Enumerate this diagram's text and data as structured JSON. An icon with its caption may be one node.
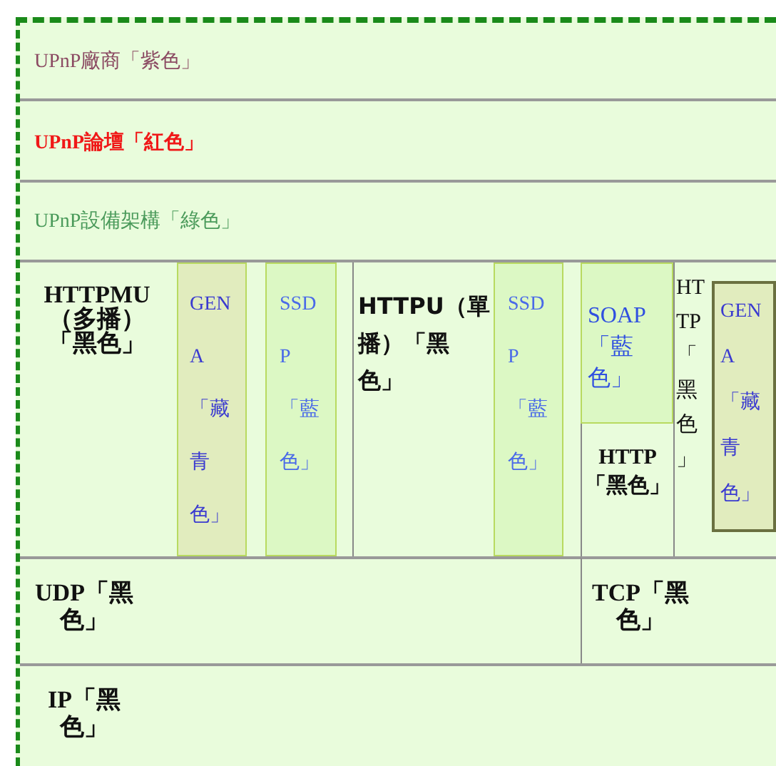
{
  "diagram": {
    "nodes": [
      {
        "text": [
          "UPnP廠商「紫色」"
        ]
      },
      {
        "text": [
          "UPnP論壇「紅色」"
        ]
      },
      {
        "text": [
          "UPnP設備架構「綠色」"
        ]
      },
      {
        "text": [
          "HTTPMU（多播）「黑色」"
        ]
      },
      {
        "text": [
          "GENA「藏青色」"
        ]
      },
      {
        "text": [
          "SSDP「藍色」"
        ]
      },
      {
        "text": [
          "HTTPU（單播）「黑色」"
        ]
      },
      {
        "text": [
          "SSDP「藍色」"
        ]
      },
      {
        "text": [
          "SOAP「藍色」"
        ]
      },
      {
        "text": [
          "HTTP「黑色」"
        ]
      },
      {
        "text": [
          "HTTP「黑色」"
        ]
      },
      {
        "text": [
          "GENA「藏青色」"
        ]
      },
      {
        "text": [
          "UDP「黑色」"
        ]
      },
      {
        "text": [
          "TCP「黑色」"
        ]
      },
      {
        "text": [
          "IP「黑色」"
        ]
      }
    ]
  }
}
